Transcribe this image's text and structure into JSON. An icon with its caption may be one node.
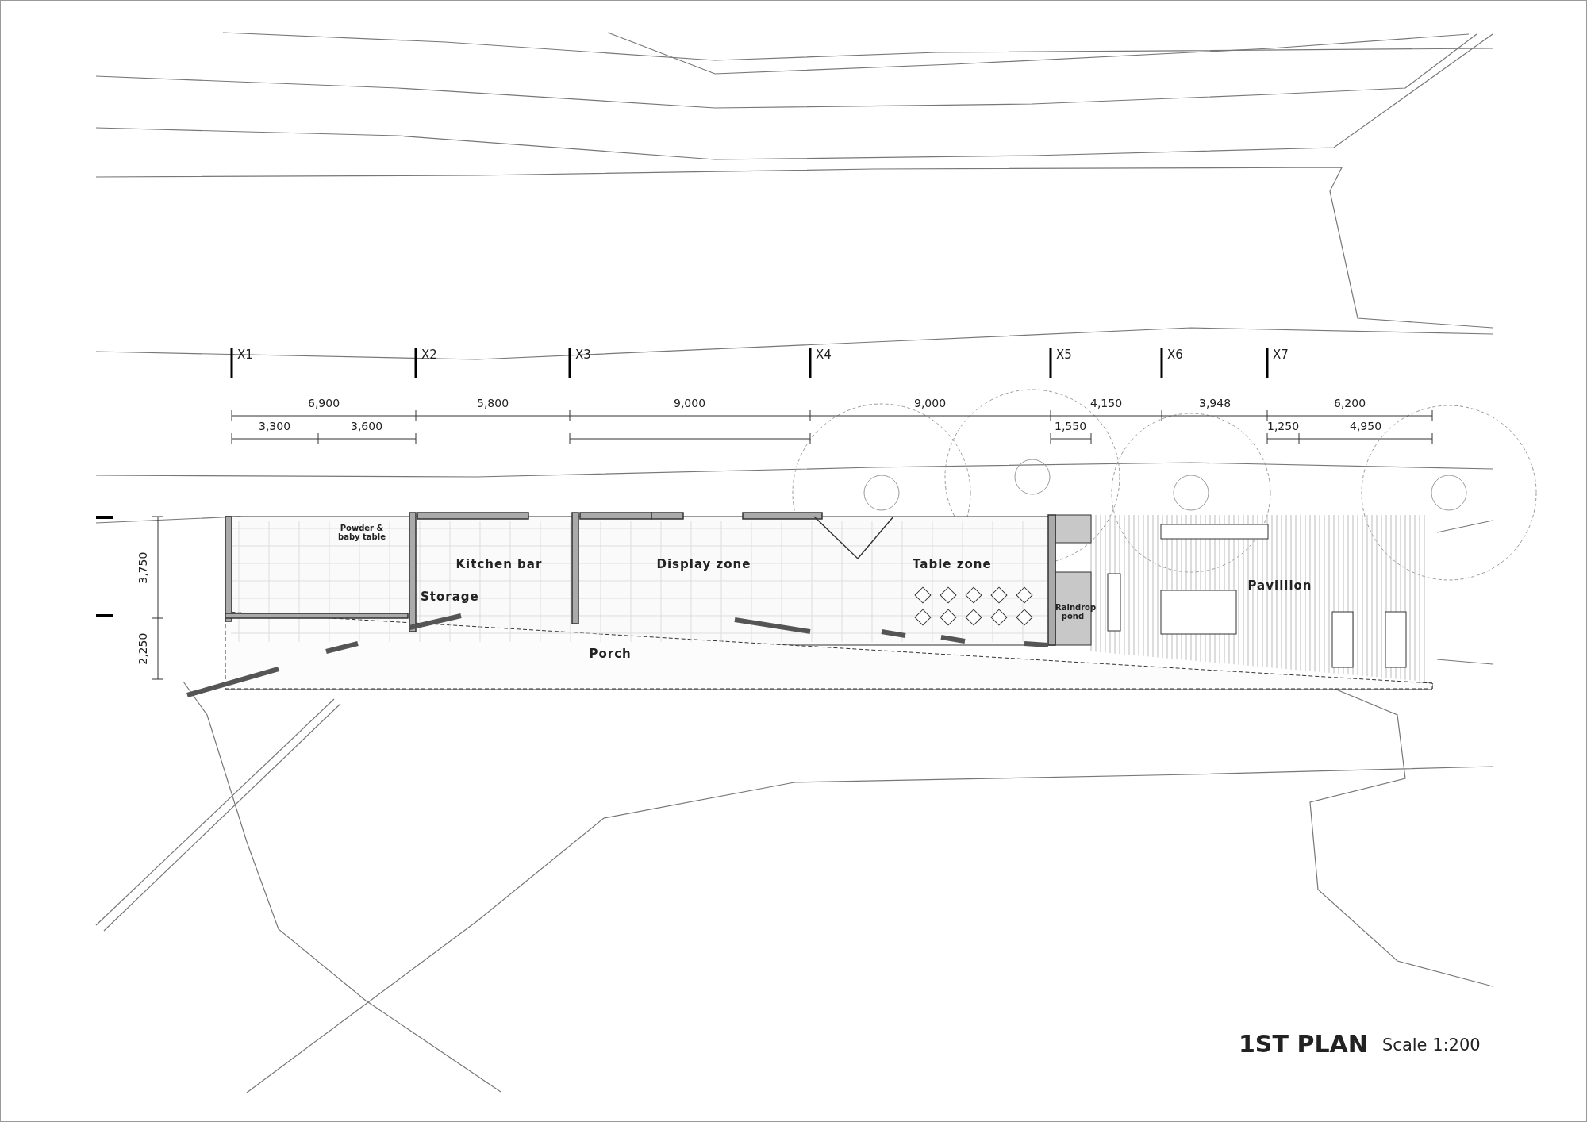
{
  "diagram": {
    "title": "1ST PLAN",
    "caption": "Scale 1:200",
    "labels": [
      "X1",
      "X2",
      "X3",
      "X4",
      "X5",
      "X6",
      "X7",
      "6,900",
      "5,800",
      "9,000",
      "9,000",
      "4,150",
      "3,948",
      "6,200",
      "3,300",
      "3,600",
      "1,550",
      "1,250",
      "4,950",
      "3,750",
      "2,250",
      "Powder & baby table",
      "Kitchen bar",
      "Storage",
      "Display zone",
      "Table zone",
      "Raindrop pond",
      "Pavillion",
      "Porch"
    ]
  }
}
